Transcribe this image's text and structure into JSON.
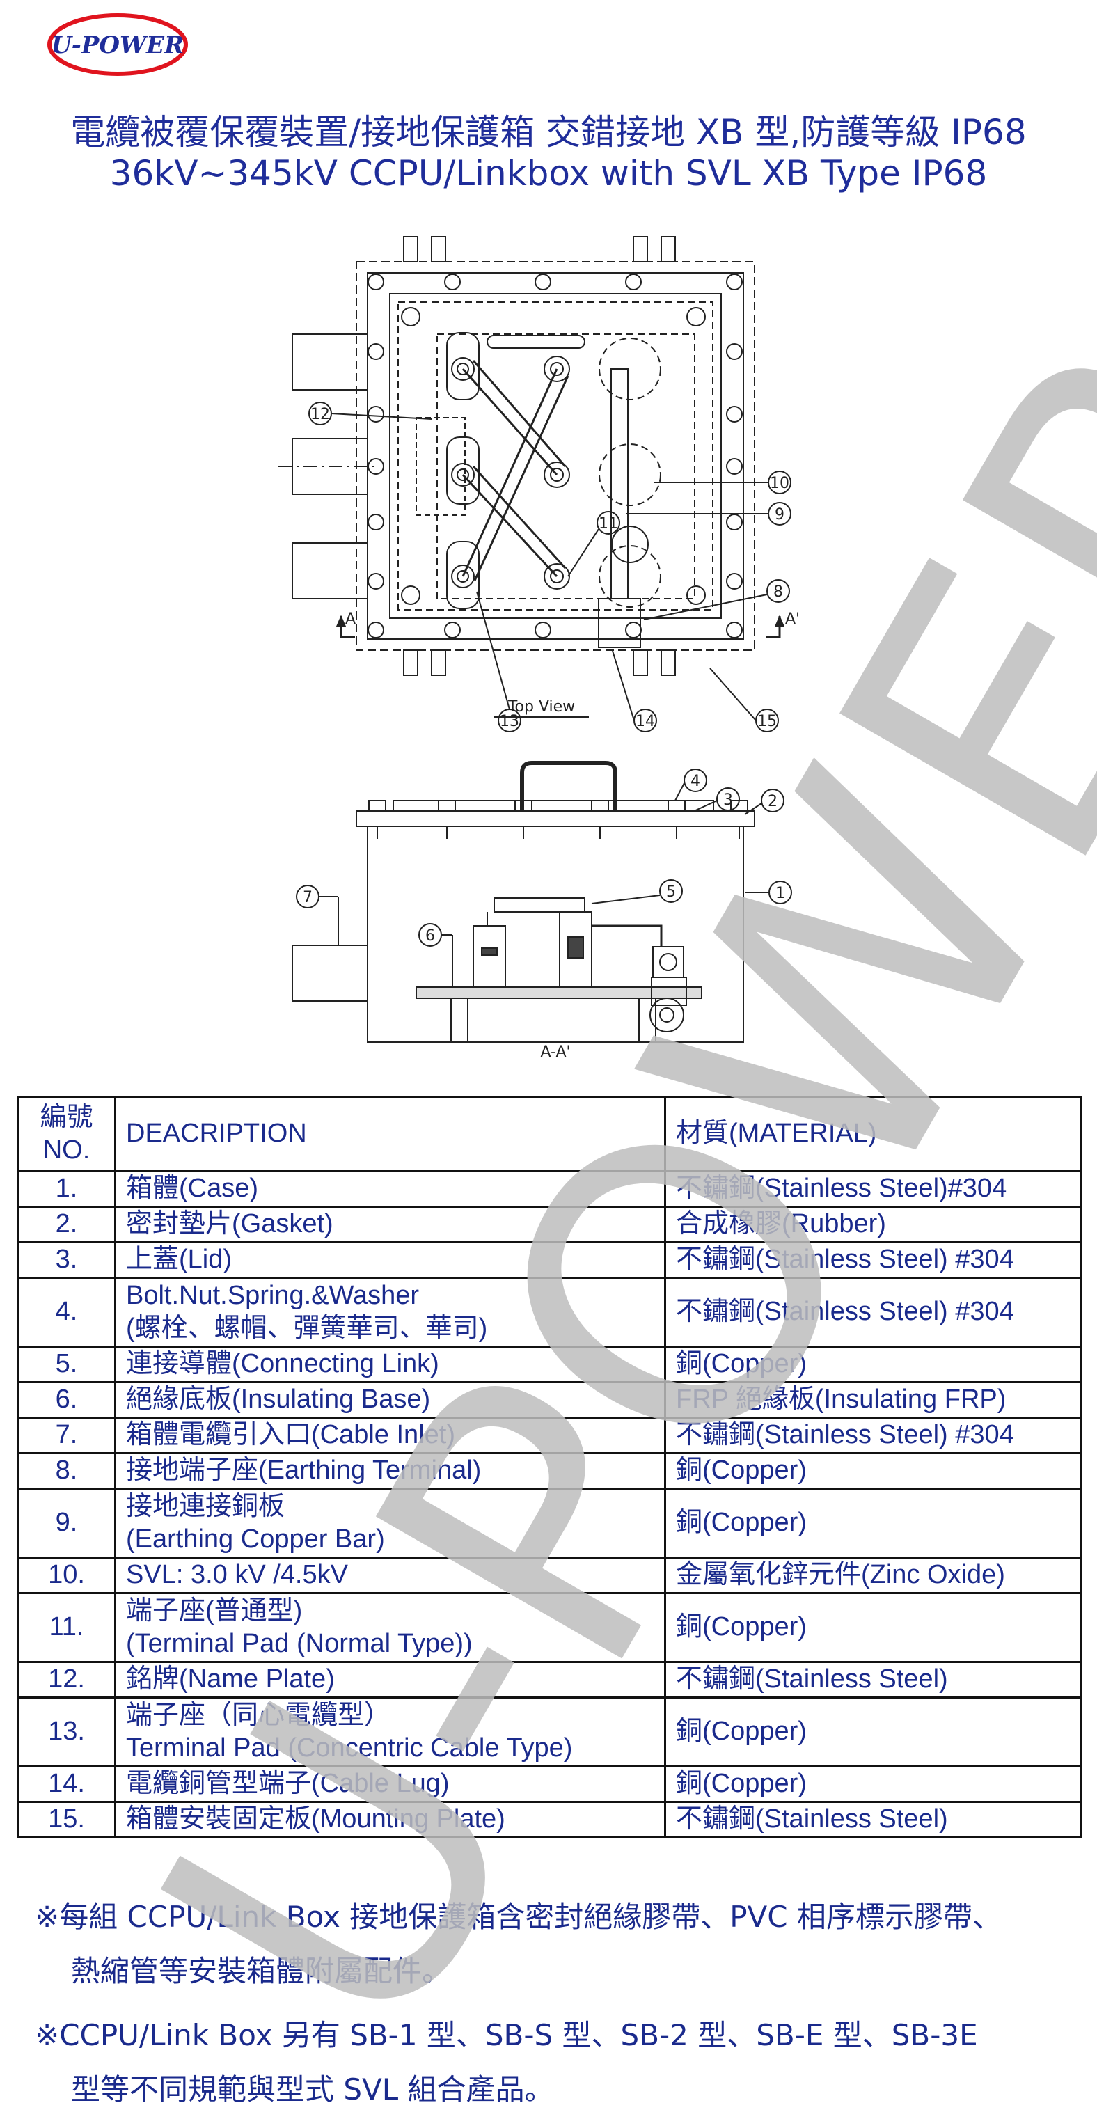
{
  "logo": {
    "text": "U-POWER",
    "color": "#e0141e"
  },
  "title": {
    "line1": "電纜被覆保覆裝置/接地保護箱  交錯接地 XB 型,防護等級 IP68",
    "line2": "36kV~345kV CCPU/Linkbox with SVL XB Type IP68"
  },
  "drawing": {
    "top_view_label": "Top View",
    "section_label": "A-A'",
    "section_mark_left": "A",
    "section_mark_right": "A'",
    "callouts": [
      "1",
      "2",
      "3",
      "4",
      "5",
      "6",
      "7",
      "8",
      "9",
      "10",
      "11",
      "12",
      "13",
      "14",
      "15"
    ]
  },
  "table": {
    "header": {
      "no_line1": "編號",
      "no_line2": "NO.",
      "description": "DEACRIPTION",
      "material": "材質(MATERIAL)"
    },
    "rows": [
      {
        "no": "1.",
        "desc1": "箱體(Case)",
        "desc2": "",
        "material": "不鏽鋼(Stainless Steel)#304"
      },
      {
        "no": "2.",
        "desc1": "密封墊片(Gasket)",
        "desc2": "",
        "material": "合成橡膠(Rubber)"
      },
      {
        "no": "3.",
        "desc1": "上蓋(Lid)",
        "desc2": "",
        "material": "不鏽鋼(Stainless Steel) #304"
      },
      {
        "no": "4.",
        "desc1": "Bolt.Nut.Spring.&Washer",
        "desc2": "(螺栓、螺帽、彈簧華司、華司)",
        "material": "不鏽鋼(Stainless Steel) #304"
      },
      {
        "no": "5.",
        "desc1": "連接導體(Connecting Link)",
        "desc2": "",
        "material": "銅(Copper)"
      },
      {
        "no": "6.",
        "desc1": "絕緣底板(Insulating Base)",
        "desc2": "",
        "material": "FRP 絕緣板(Insulating FRP)"
      },
      {
        "no": "7.",
        "desc1": "箱體電纜引入口(Cable Inlet)",
        "desc2": "",
        "material": "不鏽鋼(Stainless Steel) #304"
      },
      {
        "no": "8.",
        "desc1": "接地端子座(Earthing Terminal)",
        "desc2": "",
        "material": "銅(Copper)"
      },
      {
        "no": "9.",
        "desc1": "接地連接銅板",
        "desc2": "(Earthing Copper Bar)",
        "material": "銅(Copper)"
      },
      {
        "no": "10.",
        "desc1": "SVL: 3.0 kV /4.5kV",
        "desc2": "",
        "material": "金屬氧化鋅元件(Zinc Oxide)"
      },
      {
        "no": "11.",
        "desc1": "端子座(普通型)",
        "desc2": "(Terminal Pad (Normal Type))",
        "material": "銅(Copper)"
      },
      {
        "no": "12.",
        "desc1": "銘牌(Name Plate)",
        "desc2": "",
        "material": "不鏽鋼(Stainless Steel)"
      },
      {
        "no": "13.",
        "desc1": "端子座（同心電纜型）",
        "desc2": "Terminal Pad (Concentric Cable Type)",
        "material": "銅(Copper)"
      },
      {
        "no": "14.",
        "desc1": "電纜銅管型端子(Cable Lug)",
        "desc2": "",
        "material": "銅(Copper)"
      },
      {
        "no": "15.",
        "desc1": "箱體安裝固定板(Mounting Plate)",
        "desc2": "",
        "material": "不鏽鋼(Stainless Steel)"
      }
    ]
  },
  "notes": {
    "note1_line1": "※每組 CCPU/Link Box  接地保護箱含密封絕緣膠帶、PVC 相序標示膠帶、",
    "note1_line2": "熱縮管等安裝箱體附屬配件。",
    "note2_line1": "※CCPU/Link Box 另有 SB-1 型、SB-S 型、SB-2 型、SB-E 型、SB-3E",
    "note2_line2": "型等不同規範與型式 SVL 組合產品。"
  },
  "watermark": {
    "text": "U-POWER",
    "color": "#bdbdbd"
  }
}
